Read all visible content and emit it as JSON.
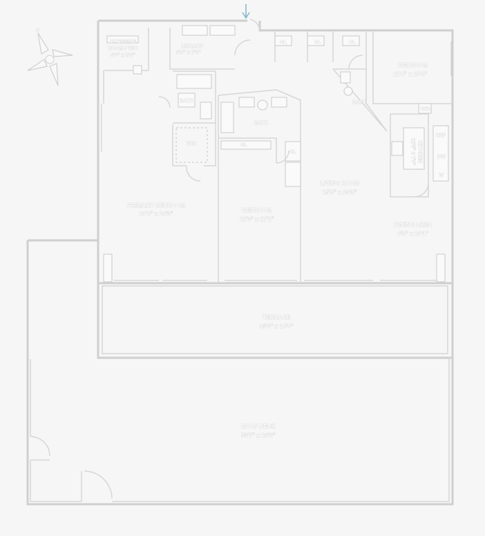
{
  "rooms": {
    "primary_bedroom": {
      "name": "PRIMARY BEDROOM",
      "dims": "10'4\" x 24'3\""
    },
    "bedroom": {
      "name": "BEDROOM",
      "dims": "11'3\" x 17'2\""
    },
    "living_room": {
      "name": "LIVING ROOM",
      "dims": "15'5\" x 23'5\""
    },
    "bedroom_north": {
      "name": "BEDROOM",
      "dims": "11'4\" x 10'4\""
    },
    "dining_area": {
      "name": "DINING AREA",
      "dims": "8'5\" x 10'1\""
    },
    "terrace": {
      "name": "TERRACE",
      "dims": "46'0\" x 10'8\""
    },
    "roof_deck": {
      "name": "ROOF DECK",
      "dims": "53'7\" x 26'6\""
    },
    "library": {
      "name": "LIBRARY",
      "dims": "8'8\" x 7'0\""
    },
    "dressing": {
      "name": "DRESSING",
      "name2": "ROOM / WIC",
      "dims": "6'0\" x 8'6\""
    },
    "kitchen": {
      "name": "KITCHEN",
      "dims": "12'5\" x 7'0\""
    }
  },
  "fixtures": {
    "bath_label": "BATH",
    "bath2_label": "BATH",
    "bath3_label": "BATH",
    "cl_labels": [
      "CL",
      "CL",
      "CL",
      "CL",
      "CL"
    ],
    "wd_label": "W/D",
    "dw_label": "DW",
    "w_label": "W",
    "ref_label": "REF",
    "wic_label": "WIC"
  },
  "compass": {
    "north_label": "N"
  },
  "colors": {
    "wall": "#cfcfcf",
    "background": "#f6f6f6",
    "entry_arrow": "#7fb4c8"
  }
}
